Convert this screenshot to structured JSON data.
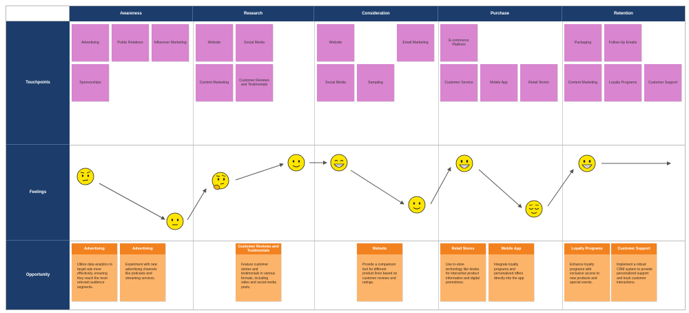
{
  "stages": [
    "Awareness",
    "Research",
    "Consideration",
    "Purchase",
    "Retention"
  ],
  "rows": {
    "touchpoints": "Touchpoints",
    "feelings": "Feelings",
    "opportunity": "Opportunity"
  },
  "touchpoints": [
    [
      "Advertising",
      "Public Relations",
      "Influencer Marketing",
      "Sponsorships"
    ],
    [
      "Website",
      "Social Media",
      "Content Marketing",
      "Customer Reviews and Testimonials"
    ],
    [
      "Website",
      "Email Marketing",
      "Social Media",
      "Sampling"
    ],
    [
      "E-commerce Platform",
      "Customer Service",
      "Mobile App",
      "Retail Stores"
    ],
    [
      "Packaging",
      "Follow-Up Emails",
      "Content Marketing",
      "Loyalty Programs",
      "Customer Support"
    ]
  ],
  "feelings": [
    {
      "stage": "Awareness",
      "face": "skeptical"
    },
    {
      "stage": "Awareness",
      "face": "neutral"
    },
    {
      "stage": "Research",
      "face": "thinking"
    },
    {
      "stage": "Research",
      "face": "slight-smile"
    },
    {
      "stage": "Consideration",
      "face": "grinning"
    },
    {
      "stage": "Consideration",
      "face": "slight-smile"
    },
    {
      "stage": "Purchase",
      "face": "big-smile"
    },
    {
      "stage": "Purchase",
      "face": "relieved"
    },
    {
      "stage": "Retention",
      "face": "big-smile"
    }
  ],
  "opportunities": [
    {
      "stage": "Awareness",
      "title": "Advertising",
      "text": "Utilize data analytics to target ads more effectively, ensuring they reach the most relevant audience segments."
    },
    {
      "stage": "Awareness",
      "title": "Advertising",
      "text": "Experiment with new advertising channels like podcasts and streaming services."
    },
    {
      "stage": "Research",
      "title": "Customer Reviews and Testimonials",
      "text": "Feature customer stories and testimonials in various formats, including video and social media posts."
    },
    {
      "stage": "Consideration",
      "title": "Website",
      "text": "Provide a comparison tool for different product lines based on customer reviews and ratings."
    },
    {
      "stage": "Purchase",
      "title": "Retail Stores",
      "text": "Use in-store technology like kiosks for interactive product information and digital promotions."
    },
    {
      "stage": "Purchase",
      "title": "Mobile App",
      "text": "Integrate loyalty programs and personalized offers directly into the app"
    },
    {
      "stage": "Retention",
      "title": "Loyalty Programs",
      "text": "Enhance loyalty programs with exclusive access to new products and special events."
    },
    {
      "stage": "Retention",
      "title": "Customer Support",
      "text": "Implement a robust CRM system to provide personalized support and track customer interactions."
    }
  ],
  "colors": {
    "header": "#1c3d6b",
    "sticky_note": "#d985cf",
    "opportunity_title": "#f2821f",
    "opportunity_body": "#fcb46b",
    "emoji": "#ffe600"
  }
}
